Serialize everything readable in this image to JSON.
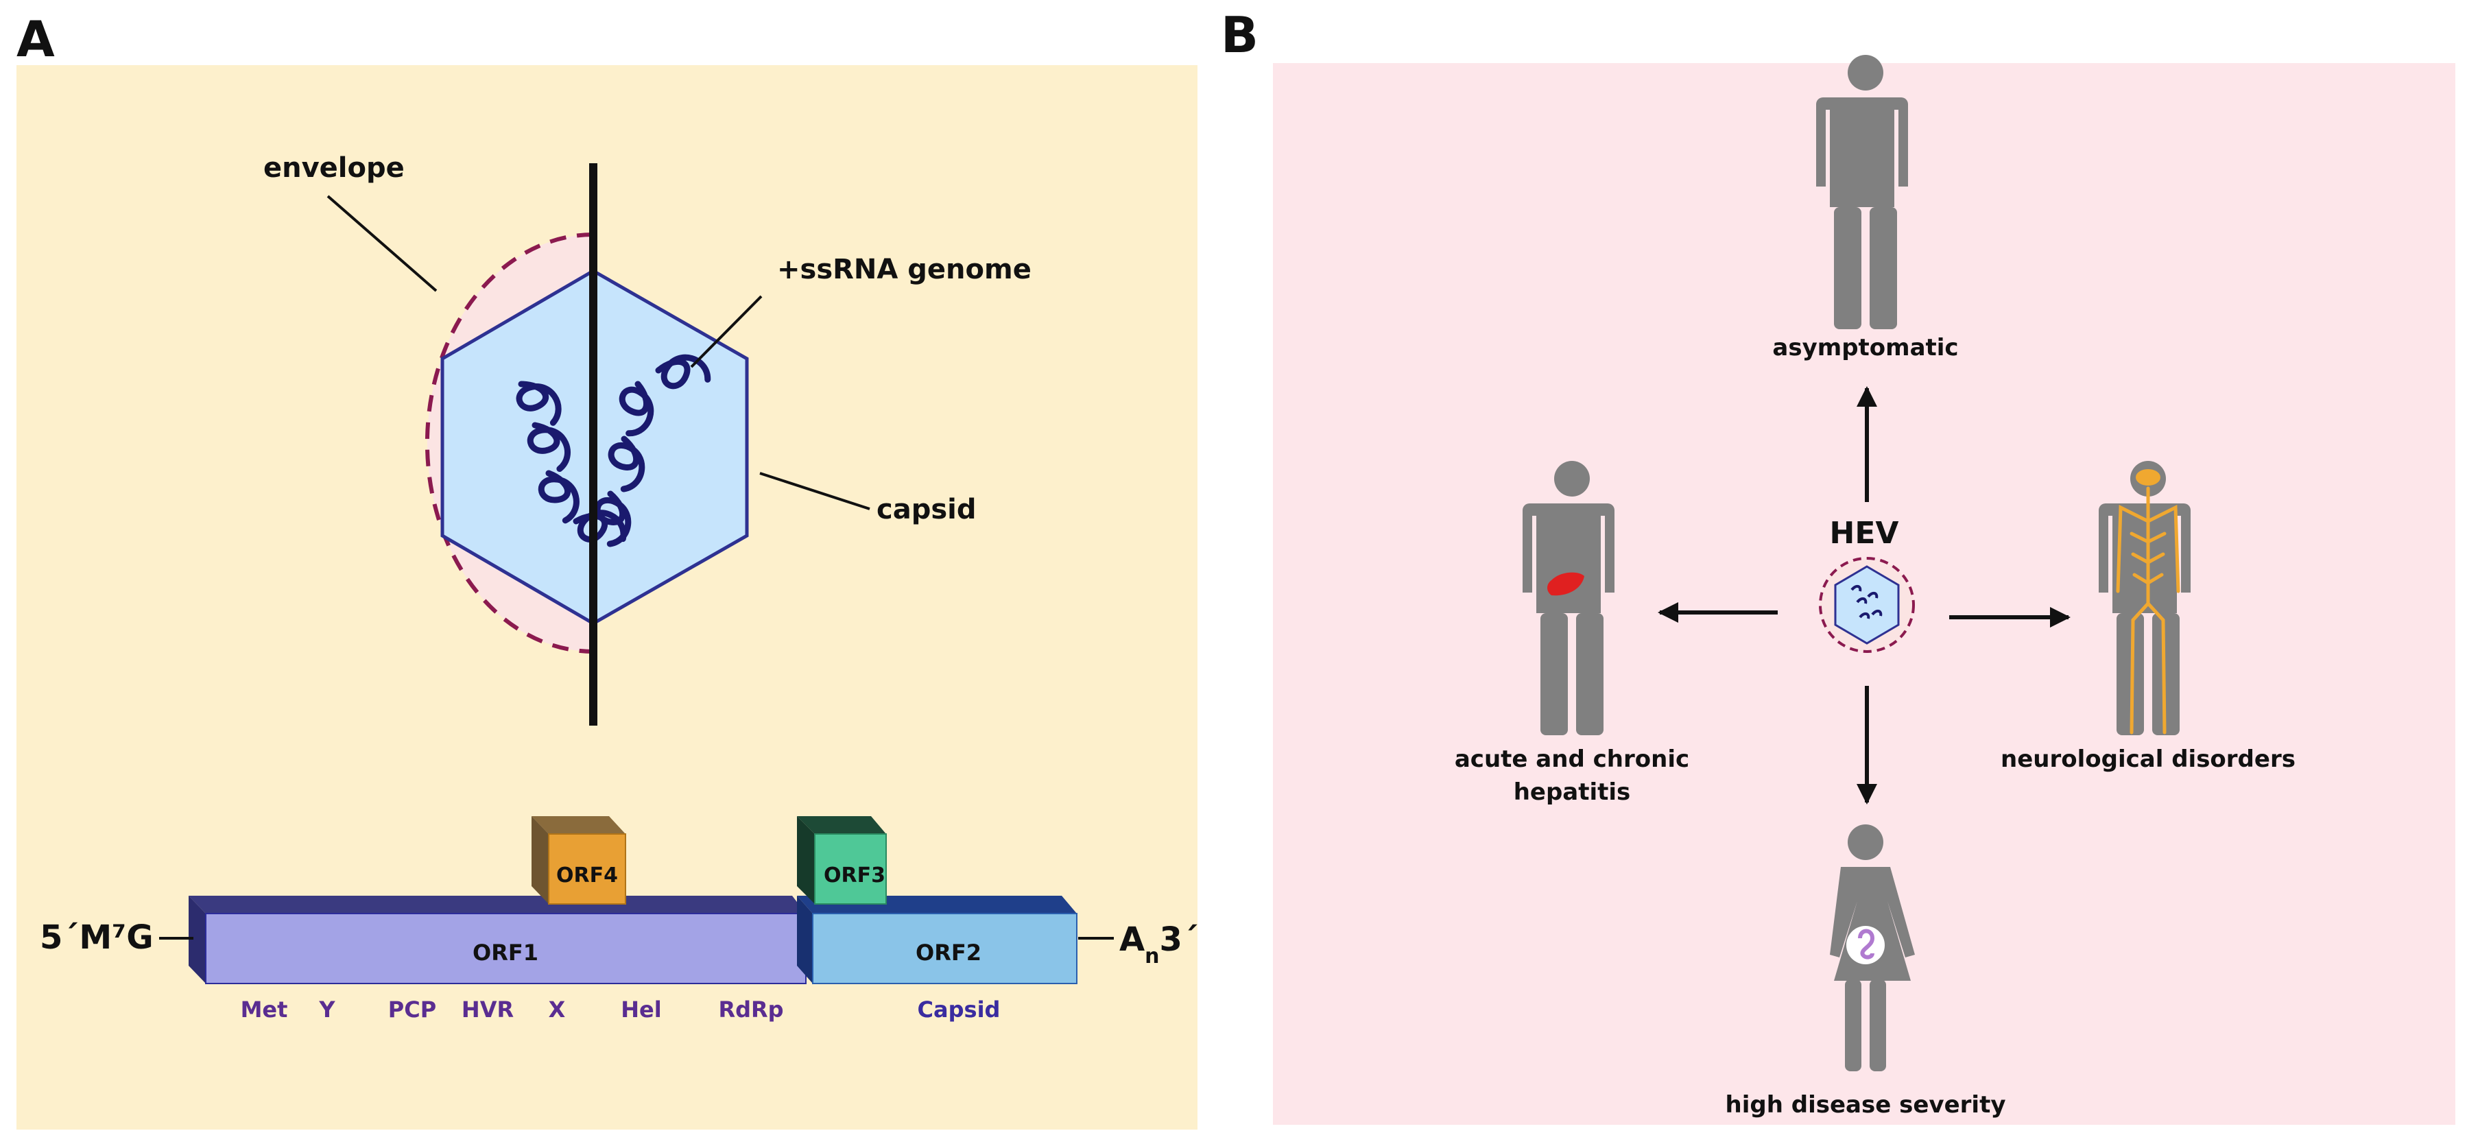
{
  "panels": {
    "a": {
      "letter": "A",
      "virion": {
        "envelope_label": "envelope",
        "genome_label": "+ssRNA genome",
        "capsid_label": "capsid"
      },
      "genome": {
        "five_prime": "5´M⁷G",
        "three_prime_base": "A",
        "three_prime_sub": "n",
        "three_prime_end": "3´",
        "orf1": "ORF1",
        "orf2": "ORF2",
        "orf3": "ORF3",
        "orf4": "ORF4",
        "orf1_domains": [
          "Met",
          "Y",
          "PCP",
          "HVR",
          "X",
          "Hel",
          "RdRp"
        ],
        "orf2_domain": "Capsid"
      }
    },
    "b": {
      "letter": "B",
      "center_label": "HEV",
      "outcomes": {
        "top": "asymptomatic",
        "left_line1": "acute and chronic",
        "left_line2": "hepatitis",
        "right": "neurological disorders",
        "bottom": "high disease severity"
      }
    }
  },
  "colors": {
    "panel_a_bg": "#fdf0cc",
    "panel_b_bg": "#fde6ea",
    "envelope": "#8b1a4f",
    "capsid_fill": "#c6e4fc",
    "capsid_stroke": "#2e3192",
    "rna": "#1a1a6e",
    "orf1": "#a3a3e6",
    "orf2": "#8ac4e8",
    "orf3": "#4fc897",
    "orf4": "#e8a034",
    "domain_text": "#5a2d91",
    "person": "#808080",
    "liver": "#e02020",
    "nerves": "#f0a830"
  }
}
